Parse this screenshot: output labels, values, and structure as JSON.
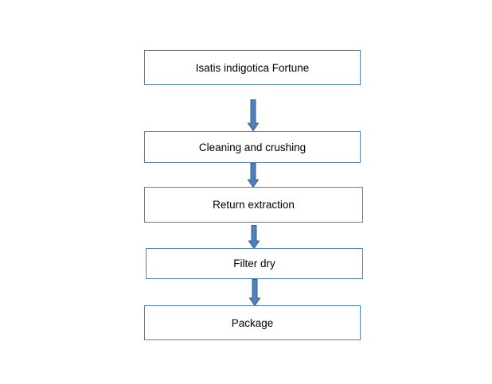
{
  "diagram": {
    "type": "flowchart",
    "direction": "top-to-bottom",
    "colors": {
      "box_border": "#4f81bd",
      "arrow_fill": "#4f81bd",
      "arrow_stroke": "#385d8a",
      "text": "#000000",
      "background": "#ffffff"
    },
    "steps": [
      {
        "label": "Isatis indigotica Fortune"
      },
      {
        "label": "Cleaning and crushing"
      },
      {
        "label": "Return extraction"
      },
      {
        "label": "Filter dry"
      },
      {
        "label": "Package"
      }
    ],
    "connectors": [
      {
        "from": 1,
        "to": 2,
        "icon": "down-arrow"
      },
      {
        "from": 2,
        "to": 3,
        "icon": "down-arrow"
      },
      {
        "from": 3,
        "to": 4,
        "icon": "down-arrow"
      },
      {
        "from": 4,
        "to": 5,
        "icon": "down-arrow"
      }
    ]
  }
}
